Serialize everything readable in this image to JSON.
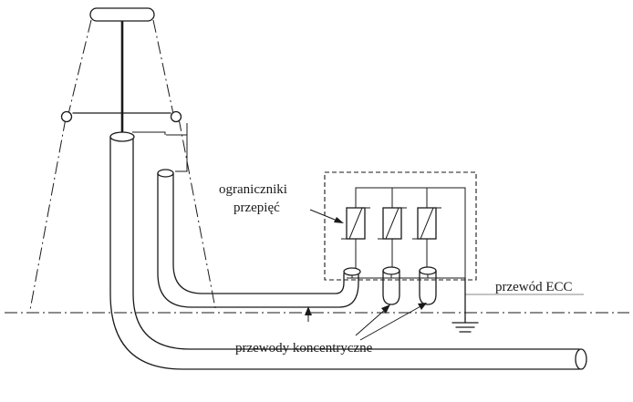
{
  "labels": {
    "surge_arresters_line1": "ograniczniki",
    "surge_arresters_line2": "przepięć",
    "ecc_conductor": "przewód ECC",
    "concentric_conductors": "przewody koncentryczne"
  }
}
